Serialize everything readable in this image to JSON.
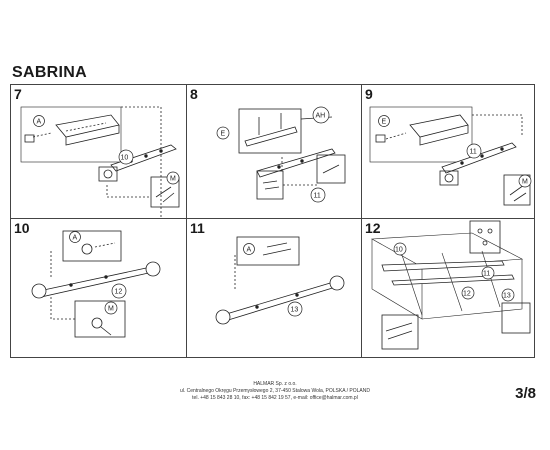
{
  "title": "SABRINA",
  "steps": [
    "7",
    "8",
    "9",
    "10",
    "11",
    "12"
  ],
  "parts": {
    "s7": [
      "A",
      "10",
      "M"
    ],
    "s8": [
      "E",
      "AH",
      "11"
    ],
    "s9": [
      "E",
      "11",
      "M"
    ],
    "s10": [
      "A",
      "12",
      "M"
    ],
    "s11": [
      "A",
      "13"
    ],
    "s12": [
      "10",
      "11",
      "12",
      "13"
    ]
  },
  "footer": {
    "company": "HALMAR Sp. z o.o.",
    "address": "ul. Centralnego Okręgu Przemysłowego 2, 37-450 Stalowa Wola, POLSKA / POLAND",
    "contact": "tel. +48 15 843 28 10, fax: +48 15 842 19 57, e-mail: office@halmar.com.pl"
  },
  "page_number": "3/8"
}
